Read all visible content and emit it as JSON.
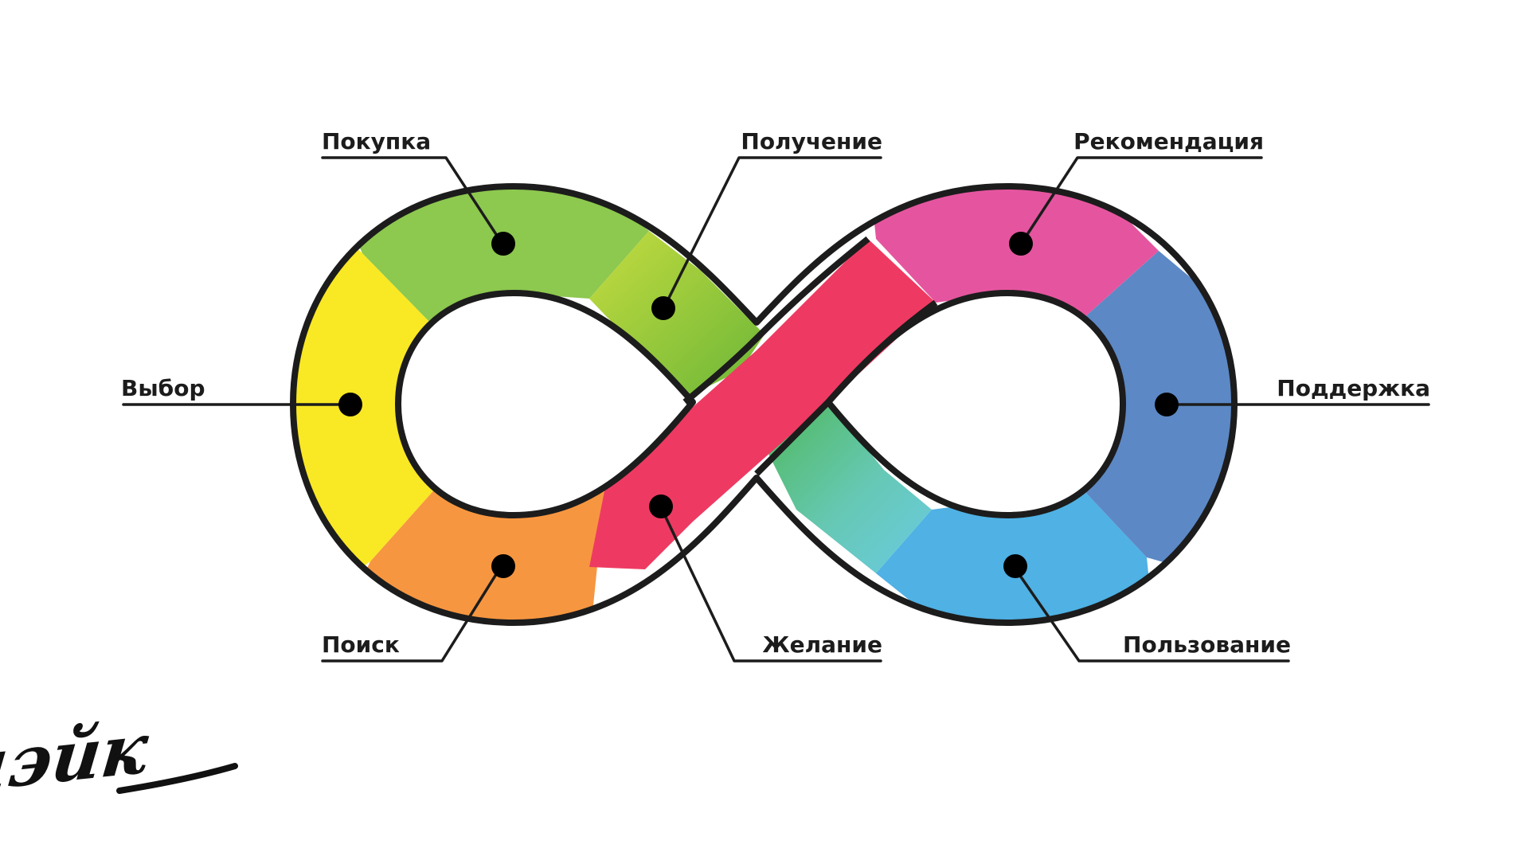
{
  "stages": [
    {
      "id": "poisk",
      "label": "Поиск",
      "color": "#F79640"
    },
    {
      "id": "vybor",
      "label": "Выбор",
      "color": "#F9E824"
    },
    {
      "id": "pokupka",
      "label": "Покупка",
      "color": "#8DC84F"
    },
    {
      "id": "poluchenie",
      "label": "Получение",
      "color": "#A8CF3C"
    },
    {
      "id": "zhelanie",
      "label": "Желание",
      "color": "#EE3A62"
    },
    {
      "id": "rekomendaciya",
      "label": "Рекомендация",
      "color": "#E5559F"
    },
    {
      "id": "podderzhka",
      "label": "Поддержка",
      "color": "#5C88C5"
    },
    {
      "id": "polzovanie",
      "label": "Пользование",
      "color": "#4FB1E4"
    }
  ],
  "colors": {
    "outline": "#1C1C1C",
    "green_dark": "#6BB638",
    "teal": "#5FC8B0",
    "cyan": "#6ACCE2"
  },
  "logo": {
    "text": "мэйк",
    "color": "#111111"
  }
}
